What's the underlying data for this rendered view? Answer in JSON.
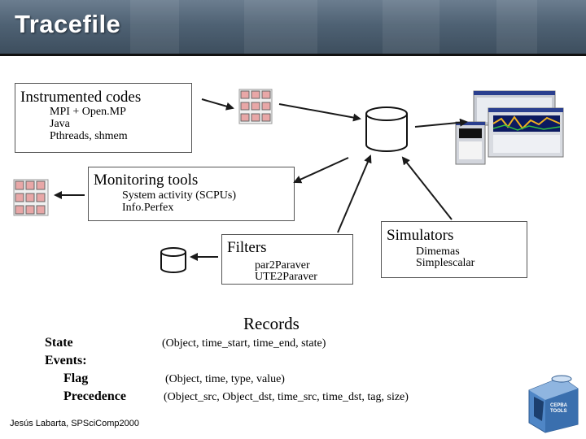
{
  "title": "Tracefile",
  "instrumented": {
    "title": "Instrumented codes",
    "lines": [
      "MPI + Open.MP",
      "Java",
      "Pthreads, shmem"
    ]
  },
  "monitoring": {
    "title": "Monitoring tools",
    "lines": [
      "System activity (SCPUs)",
      "Info.Perfex"
    ]
  },
  "filters": {
    "title": "Filters",
    "lines": [
      "par2Paraver",
      "UTE2Paraver"
    ]
  },
  "simulators": {
    "title": "Simulators",
    "lines": [
      "Dimemas",
      "Simplescalar"
    ]
  },
  "records": {
    "heading": "Records",
    "labels": [
      "State",
      "Events:",
      "Flag",
      "Precedence"
    ],
    "state_desc": "(Object, time_start, time_end, state)",
    "flag_desc": "(Object, time, type, value)",
    "precedence_desc": "(Object_src, Object_dst, time_src, time_dst, tag, size)"
  },
  "footer": "Jesús Labarta, SPSciComp2000",
  "logo_text": "CEPBA TOOLS",
  "colors": {
    "header": "#4f6274",
    "grid_cell": "#e8a7a7",
    "arrow": "#1a1a1a"
  }
}
